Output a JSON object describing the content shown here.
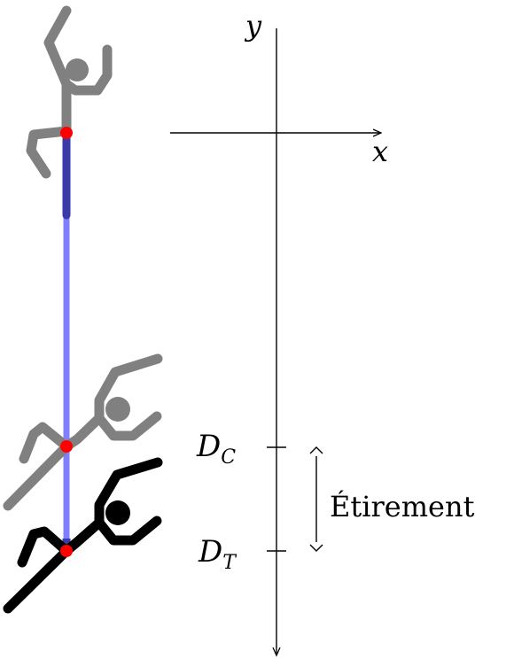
{
  "axes": {
    "x_label": "x",
    "y_label": "y"
  },
  "levels": {
    "dc_main": "D",
    "dc_sub": "C",
    "dt_main": "D",
    "dt_sub": "T"
  },
  "annotation": {
    "stretch": "Étirement"
  },
  "colors": {
    "figure_ghost": "#808080",
    "figure_final": "#000000",
    "cord_light": "#8080ff",
    "cord_dark": "#3a3aa8",
    "anchor": "#ff0000"
  }
}
